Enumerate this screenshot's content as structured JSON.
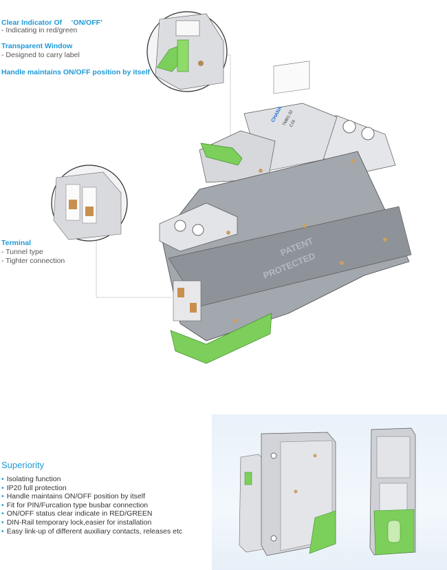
{
  "callouts": {
    "indicator": {
      "title": "Clear Indicator Of 　‘ON/OFF’",
      "detail": "- Indicating  in red/green"
    },
    "window": {
      "title": "Transparent Window",
      "detail": "- Designed to carry label"
    },
    "handle": {
      "title": "Handle maintains ON/OFF position by itself"
    },
    "terminal": {
      "title": "Terminal",
      "details": [
        "- Tunnel type",
        "- Tighter connection"
      ]
    }
  },
  "device": {
    "brand_label": "CHANA",
    "model_label": "TMB1-32",
    "rating_label": "C16",
    "patent_line1": "PATENT",
    "patent_line2": "PROTECTED"
  },
  "superiority": {
    "title": "Superiority",
    "items": [
      "Isolating function",
      "IP20 full protection",
      "Handle maintains ON/OFF position by itself",
      "Fit for PIN/Furcation type busbar connection",
      "ON/OFF status clear indicate in RED/GREEN",
      "DIN-Rail temporary lock,easier for installation",
      "Easy link-up of different auxiliary contacts, releases etc"
    ]
  },
  "colors": {
    "accent": "#1e9ad6",
    "green": "#7ccf5a",
    "body_gray": "#9a9ea6",
    "panel": "#eaf3fa"
  }
}
